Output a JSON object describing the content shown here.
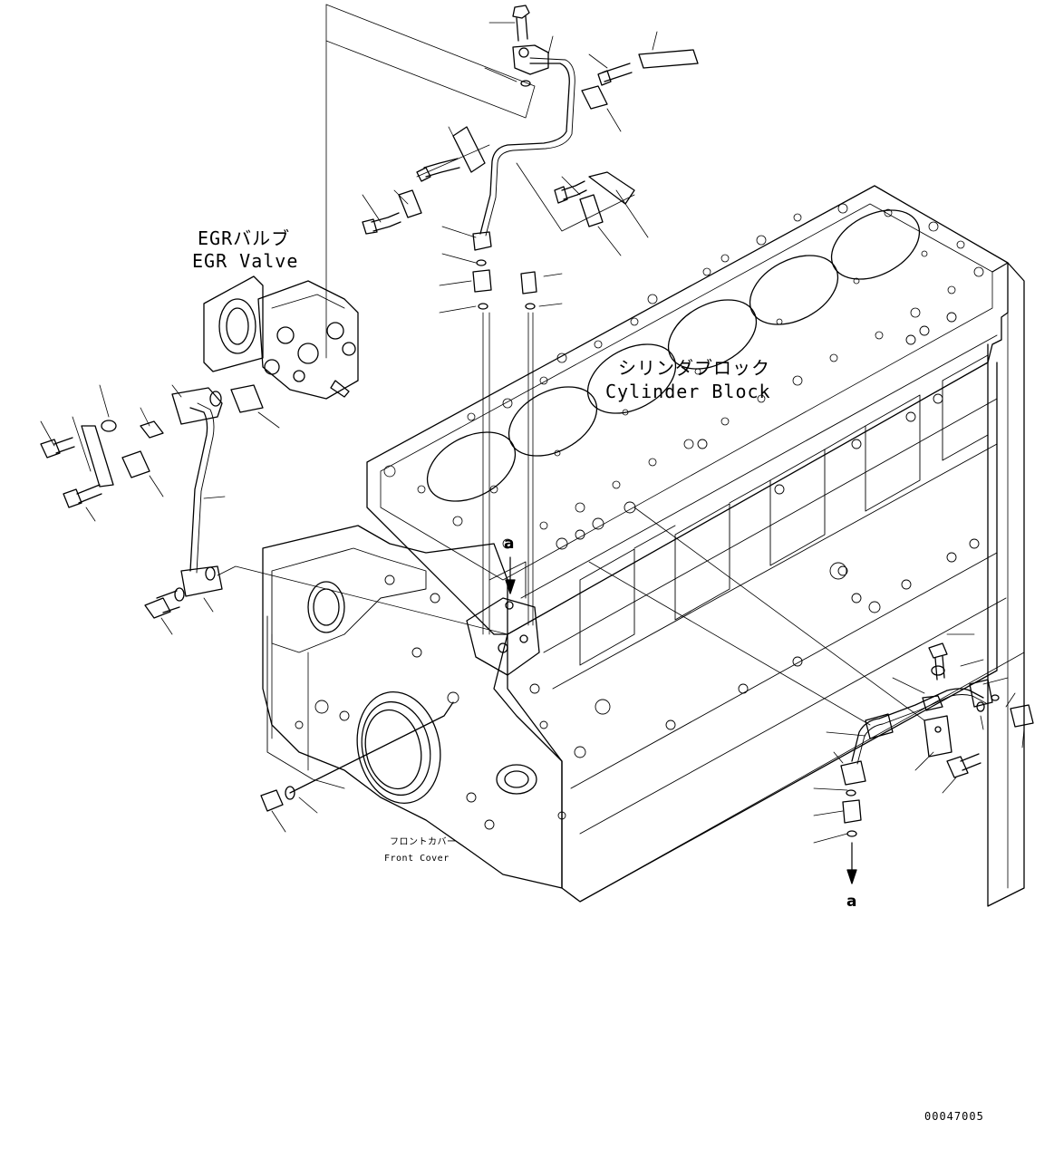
{
  "labels": {
    "egr_valve_jp": "EGRバルブ",
    "egr_valve_en": "EGR Valve",
    "cylinder_block_jp": "シリンダブロック",
    "cylinder_block_en": "Cylinder Block",
    "front_cover_jp": "フロントカバー",
    "front_cover_en": "Front Cover",
    "ref_a_top": "a",
    "ref_a_bottom": "a",
    "drawing_number": "00047005"
  }
}
